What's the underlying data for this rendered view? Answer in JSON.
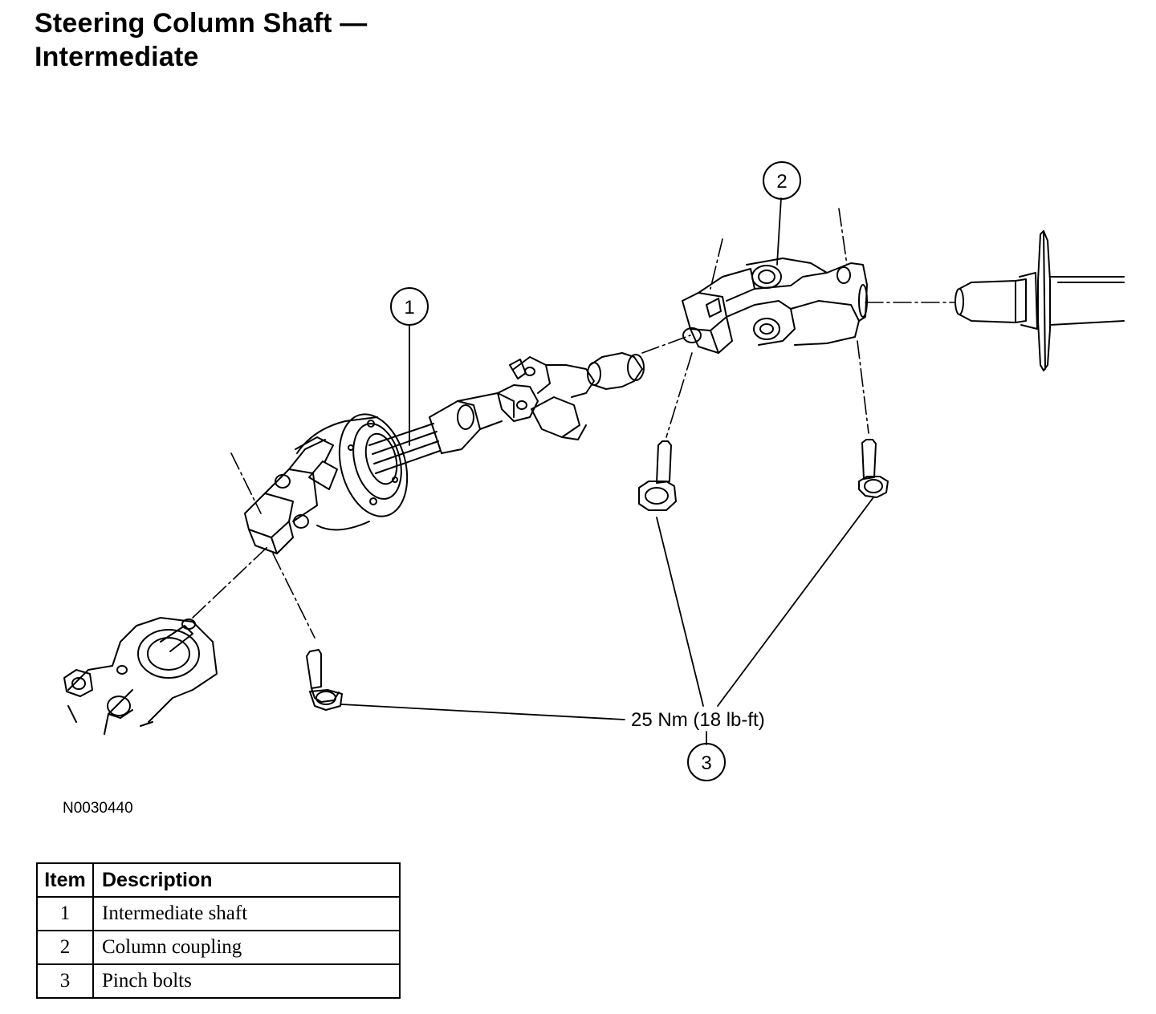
{
  "title": {
    "line1": "Steering Column Shaft —",
    "line2": "Intermediate"
  },
  "callouts": {
    "c1": "1",
    "c2": "2",
    "c3": "3"
  },
  "torque_label": "25 Nm (18 lb-ft)",
  "figure_id": "N0030440",
  "legend": {
    "headers": {
      "item": "Item",
      "description": "Description"
    },
    "rows": [
      {
        "item": "1",
        "description": "Intermediate shaft"
      },
      {
        "item": "2",
        "description": "Column coupling"
      },
      {
        "item": "3",
        "description": "Pinch bolts"
      }
    ]
  }
}
